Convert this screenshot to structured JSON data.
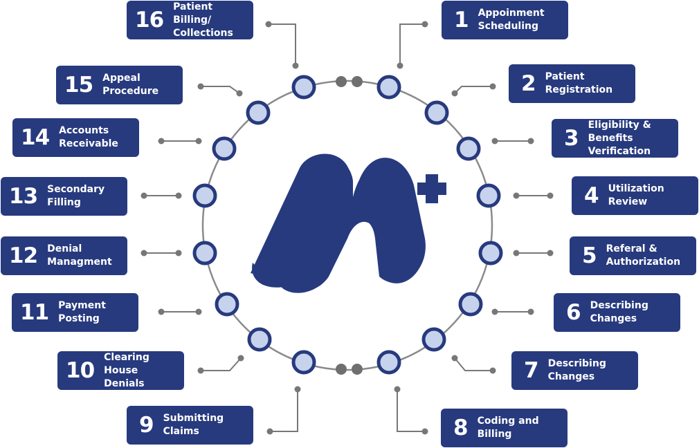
{
  "diagram": {
    "colors": {
      "box": "#273a7e",
      "node_fill": "#c7d3ec",
      "node_stroke": "#273a7e",
      "ring": "#8a8a8a",
      "connector": "#777777"
    },
    "steps": [
      {
        "num": "1",
        "label": "Appoinment\nScheduling"
      },
      {
        "num": "2",
        "label": "Patient\nRegistration"
      },
      {
        "num": "3",
        "label": "Eligibility & Benefits\nVerification"
      },
      {
        "num": "4",
        "label": "Utilization\nReview"
      },
      {
        "num": "5",
        "label": "Referal &\nAuthorization"
      },
      {
        "num": "6",
        "label": "Describing\nChanges"
      },
      {
        "num": "7",
        "label": "Describing\nChanges"
      },
      {
        "num": "8",
        "label": "Coding and\nBilling"
      },
      {
        "num": "9",
        "label": "Submitting\nClaims"
      },
      {
        "num": "10",
        "label": "Clearing House\nDenials"
      },
      {
        "num": "11",
        "label": "Payment\nPosting"
      },
      {
        "num": "12",
        "label": "Denial\nManagment"
      },
      {
        "num": "13",
        "label": "Secondary\nFilling"
      },
      {
        "num": "14",
        "label": "Accounts\nReceivable"
      },
      {
        "num": "15",
        "label": "Appeal\nProcedure"
      },
      {
        "num": "16",
        "label": "Patient Billing/\nCollections"
      }
    ],
    "center_logo": "M-plus-logo"
  }
}
